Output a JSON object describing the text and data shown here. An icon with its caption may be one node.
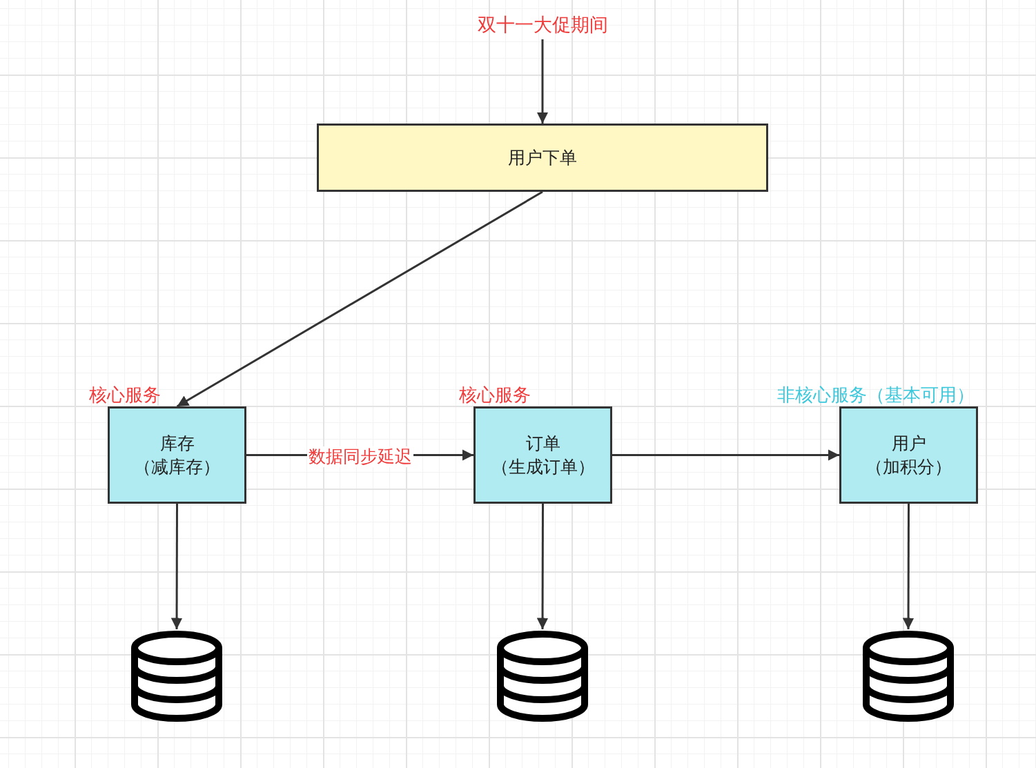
{
  "diagram": {
    "nodes": [
      {
        "text": [
          "双十一大促期间"
        ]
      },
      {
        "text": [
          "用户下单"
        ]
      },
      {
        "text": [
          "库存",
          "（减库存）"
        ],
        "beside": [
          "核心服务"
        ]
      },
      {
        "text": [
          "订单",
          "（生成订单）"
        ],
        "beside": [
          "核心服务"
        ]
      },
      {
        "text": [
          "用户",
          "（加积分）"
        ],
        "beside": [
          "非核心服务（基本可用）"
        ]
      },
      {
        "text": [],
        "shape": "cylinder"
      },
      {
        "text": [],
        "shape": "cylinder"
      },
      {
        "text": [],
        "shape": "cylinder"
      }
    ],
    "edges": [
      {
        "from": 0,
        "to": 1,
        "arrow": "to"
      },
      {
        "from": 1,
        "to": 2,
        "arrow": "to"
      },
      {
        "from": 2,
        "to": 3,
        "arrow": "to",
        "label": "数据同步延迟"
      },
      {
        "from": 3,
        "to": 4,
        "arrow": "to"
      },
      {
        "from": 2,
        "to": 5,
        "arrow": "to"
      },
      {
        "from": 3,
        "to": 6,
        "arrow": "to"
      },
      {
        "from": 4,
        "to": 7,
        "arrow": "to"
      }
    ]
  }
}
